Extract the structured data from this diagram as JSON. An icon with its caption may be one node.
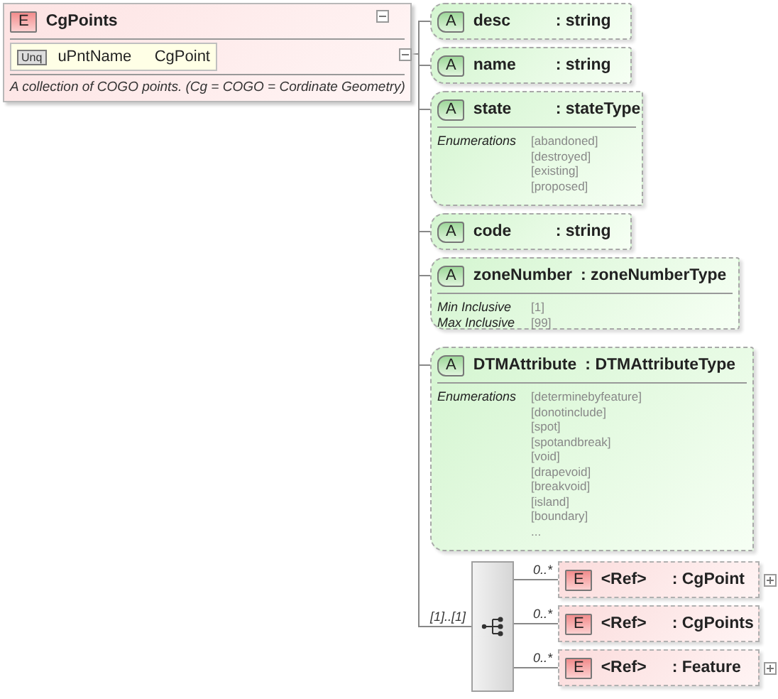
{
  "diagram": {
    "nodes": [
      {
        "text": [
          "E",
          "CgPoints",
          "A collection of COGO points. (Cg = COGO = Cordinate Geometry)"
        ]
      },
      {
        "text": [
          "Unq",
          "uPntName",
          "CgPoint"
        ],
        "in": 0
      },
      {
        "text": [
          "A",
          "desc",
          ": string"
        ]
      },
      {
        "text": [
          "A",
          "name",
          ": string"
        ]
      },
      {
        "text": [
          "A",
          "state",
          ": stateType",
          "Enumerations",
          "[abandoned]",
          "[destroyed]",
          "[existing]",
          "[proposed]"
        ]
      },
      {
        "text": [
          "A",
          "code",
          ": string"
        ]
      },
      {
        "text": [
          "A",
          "zoneNumber",
          ": zoneNumberType",
          "Min Inclusive",
          "[1]",
          "Max Inclusive",
          "[99]"
        ]
      },
      {
        "text": [
          "A",
          "DTMAttribute",
          ": DTMAttributeType",
          "Enumerations",
          "[determinebyfeature]",
          "[donotinclude]",
          "[spot]",
          "[spotandbreak]",
          "[void]",
          "[drapevoid]",
          "[breakvoid]",
          "[island]",
          "[boundary]",
          "..."
        ]
      },
      {
        "text": [],
        "shape": "box"
      },
      {
        "text": [
          "E",
          "<Ref>",
          ": CgPoint"
        ]
      },
      {
        "text": [
          "E",
          "<Ref>",
          ": CgPoints"
        ]
      },
      {
        "text": [
          "E",
          "<Ref>",
          ": Feature"
        ]
      }
    ],
    "edges": [
      {
        "from": 0,
        "to": 2,
        "arrow": "none"
      },
      {
        "from": 0,
        "to": 3,
        "arrow": "none"
      },
      {
        "from": 0,
        "to": 4,
        "arrow": "none"
      },
      {
        "from": 0,
        "to": 5,
        "arrow": "none"
      },
      {
        "from": 0,
        "to": 6,
        "arrow": "none"
      },
      {
        "from": 0,
        "to": 7,
        "arrow": "none"
      },
      {
        "from": 0,
        "to": 8,
        "arrow": "none",
        "label": "[1]..[1]"
      },
      {
        "from": 8,
        "to": 9,
        "arrow": "none",
        "label": "0..*"
      },
      {
        "from": 8,
        "to": 10,
        "arrow": "none",
        "label": "0..*"
      },
      {
        "from": 8,
        "to": 11,
        "arrow": "none",
        "label": "0..*"
      }
    ]
  }
}
